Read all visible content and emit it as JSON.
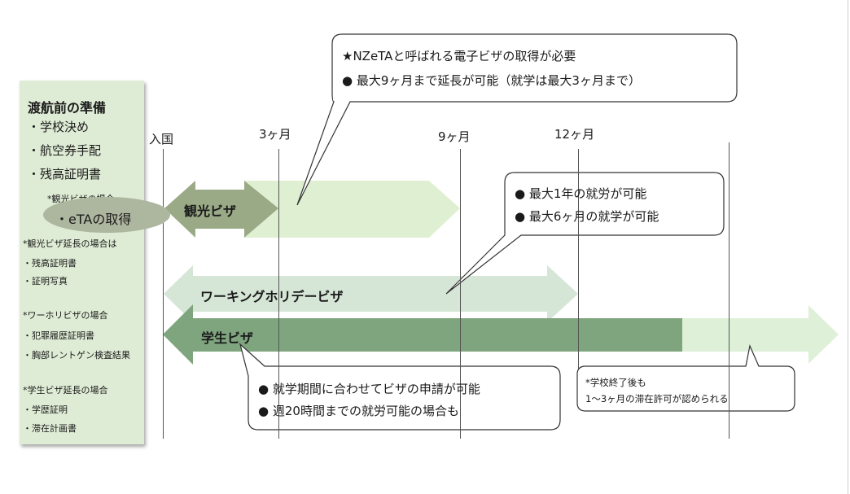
{
  "prep": {
    "title": "渡航前の準備",
    "items": [
      "・学校決め",
      "・航空券手配",
      "・残高証明書"
    ],
    "tourist_case": "*観光ビザの場合",
    "eta": "・eTAの取得",
    "tourist_ext_title": "*観光ビザ延長の場合は",
    "tourist_ext_items": [
      "・残高証明書",
      "・証明写真"
    ],
    "holiday_title": "*ワーホリビザの場合",
    "holiday_items": [
      "・犯罪履歴証明書",
      "・胸部レントゲン検査結果"
    ],
    "student_ext_title": "*学生ビザ延長の場合",
    "student_ext_items": [
      "・学歴証明",
      "・滞在計画書"
    ]
  },
  "timeline": {
    "ticks": [
      "入国",
      "3ヶ月",
      "9ヶ月",
      "12ヶ月"
    ]
  },
  "arrows": {
    "tourist": "観光ビザ",
    "holiday": "ワーキングホリデービザ",
    "student": "学生ビザ"
  },
  "callouts": {
    "tourist_lines": [
      "★NZeTAと呼ばれる電子ビザの取得が必要",
      "● 最大9ヶ月まで延長が可能（就学は最大3ヶ月まで）"
    ],
    "holiday_lines": [
      "● 最大1年の就労が可能",
      "● 最大6ヶ月の就学が可能"
    ],
    "student_lines": [
      "● 就学期間に合わせてビザの申請が可能",
      "● 週20時間までの就労可能の場合も"
    ],
    "after_lines": [
      "*学校終了後も",
      "1〜3ヶ月の滞在許可が認められる"
    ]
  },
  "colors": {
    "panel_bg": "#dfecd5",
    "tourist_dark": "#9aaa86",
    "tourist_light": "#dff0d2",
    "holiday": "#d5e5d6",
    "student_dark": "#7fa57f",
    "student_light": "#dff0d8"
  }
}
